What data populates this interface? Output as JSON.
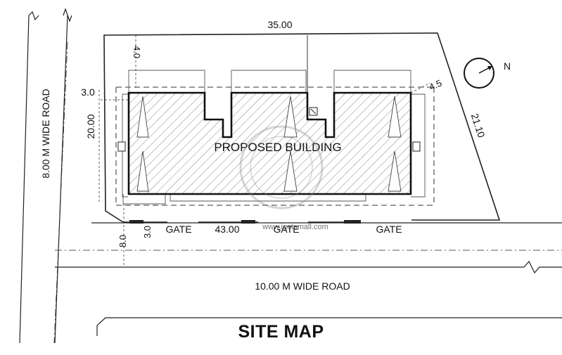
{
  "title": "SITE MAP",
  "labels": {
    "road_left": "8.00 M WIDE ROAD",
    "road_bottom": "10.00 M WIDE ROAD",
    "building": "PROPOSED BUILDING",
    "north": "N",
    "watermark_url": "www.igotsmall.com"
  },
  "dimensions": {
    "top": "35.00",
    "bottom": "43.00",
    "right": "21.10",
    "left": "20.00",
    "setback_top": "4.0",
    "setback_left": "3.0",
    "setback_front": "3.0",
    "setback_right": "4.5",
    "road_offset": "8.0"
  },
  "gates": [
    "GATE",
    "GATE",
    "GATE"
  ]
}
